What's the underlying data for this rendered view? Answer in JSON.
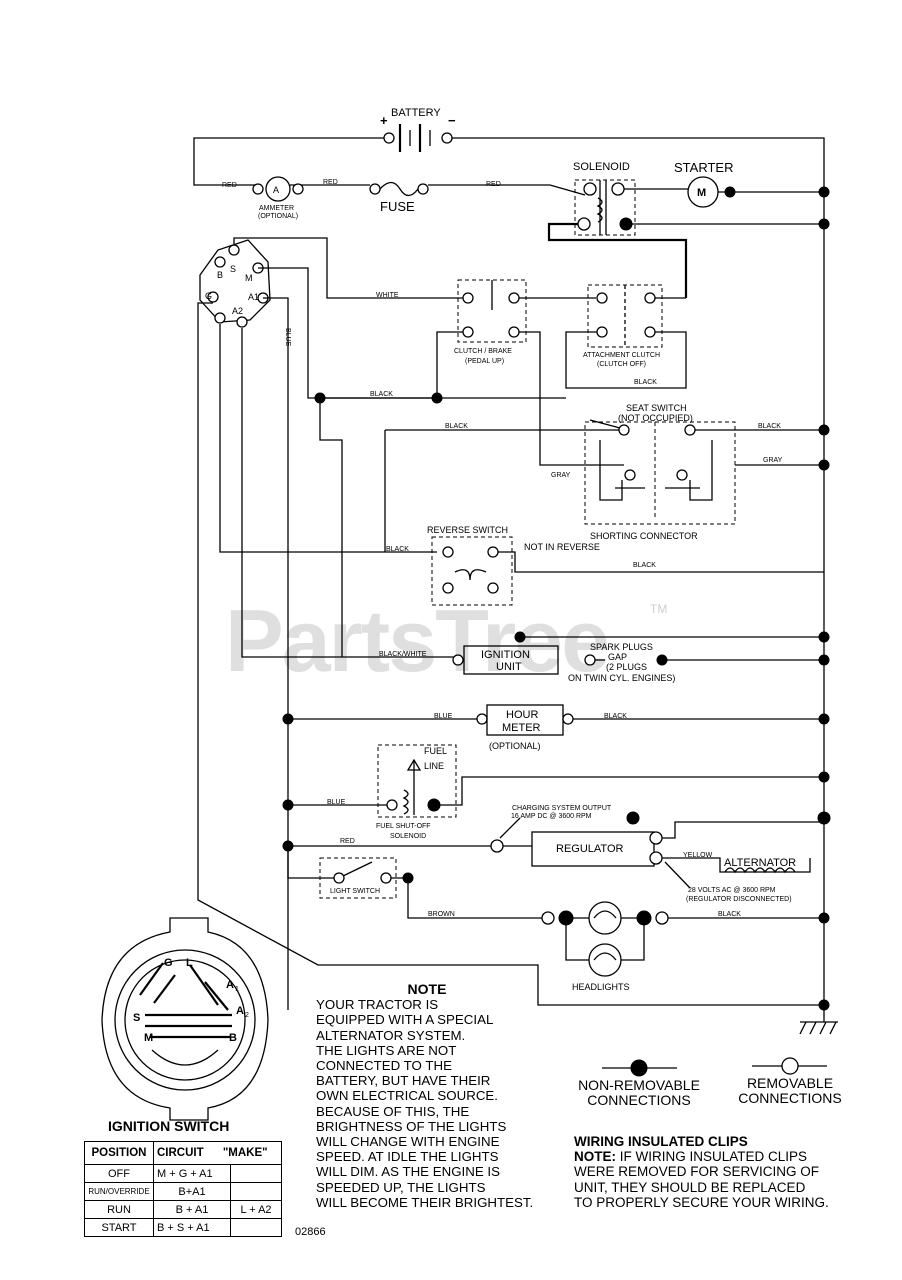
{
  "components": {
    "battery": "BATTERY",
    "battery_pos": "+",
    "battery_neg": "−",
    "solenoid": "SOLENOID",
    "starter": "STARTER",
    "starter_symbol": "M",
    "ammeter": "AMMETER",
    "ammeter_optional": "(OPTIONAL)",
    "ammeter_symbol": "A",
    "fuse": "FUSE",
    "clutch_brake": "CLUTCH / BRAKE",
    "clutch_brake_sub": "(PEDAL UP)",
    "attachment_clutch": "ATTACHMENT CLUTCH",
    "attachment_clutch_sub": "(CLUTCH OFF)",
    "seat_switch": "SEAT SWITCH",
    "seat_switch_sub": "(NOT OCCUPIED)",
    "shorting_connector": "SHORTING CONNECTOR",
    "reverse_switch": "REVERSE SWITCH",
    "not_in_reverse": "NOT IN REVERSE",
    "ignition_unit_1": "IGNITION",
    "ignition_unit_2": "UNIT",
    "spark_plugs_1": "SPARK PLUGS",
    "spark_plugs_2": "GAP",
    "spark_plugs_3": "(2 PLUGS",
    "spark_plugs_4": "ON TWIN CYL. ENGINES)",
    "hour_meter_1": "HOUR",
    "hour_meter_2": "METER",
    "hour_meter_sub": "(OPTIONAL)",
    "fuel_line_1": "FUEL",
    "fuel_line_2": "LINE",
    "fuel_solenoid_1": "FUEL SHUT-OFF",
    "fuel_solenoid_2": "SOLENOID",
    "charging_1": "CHARGING SYSTEM OUTPUT",
    "charging_2": "16 AMP DC @ 3600 RPM",
    "regulator": "REGULATOR",
    "alternator": "ALTERNATOR",
    "alternator_v1": "28 VOLTS AC @ 3600 RPM",
    "alternator_v2": "(REGULATOR DISCONNECTED)",
    "light_switch": "LIGHT SWITCH",
    "headlights": "HEADLIGHTS"
  },
  "wire_labels": {
    "red": "RED",
    "white": "WHITE",
    "black": "BLACK",
    "gray": "GRAY",
    "blue": "BLUE",
    "brown": "BROWN",
    "yellow": "YELLOW",
    "black_white": "BLACK/WHITE"
  },
  "switch_terminals": {
    "b": "B",
    "s": "S",
    "m": "M",
    "g": "G",
    "a1": "A1",
    "a2": "A2",
    "l": "L"
  },
  "ignition_diagram": {
    "g": "G",
    "l": "L",
    "a1": "A",
    "a1_sub": "1",
    "a2": "A",
    "a2_sub": "2",
    "s": "S",
    "m": "M",
    "b": "B"
  },
  "ignition_switch": {
    "title": "IGNITION SWITCH",
    "headers": [
      "POSITION",
      "CIRCUIT",
      "\"MAKE\""
    ],
    "rows": [
      {
        "position": "OFF",
        "circuit": "M + G + A1",
        "make": ""
      },
      {
        "position": "RUN/OVERRIDE",
        "circuit": "B+A1",
        "make": ""
      },
      {
        "position": "RUN",
        "circuit": "B + A1",
        "make": "L + A2"
      },
      {
        "position": "START",
        "circuit": "B + S + A1",
        "make": ""
      }
    ]
  },
  "note": {
    "title": "NOTE",
    "lines": [
      "YOUR TRACTOR IS",
      "EQUIPPED WITH A SPECIAL",
      "ALTERNATOR SYSTEM.",
      "THE LIGHTS ARE NOT",
      "CONNECTED TO THE",
      "BATTERY, BUT HAVE THEIR",
      "OWN ELECTRICAL SOURCE.",
      "BECAUSE OF THIS, THE",
      "BRIGHTNESS OF THE LIGHTS",
      "WILL CHANGE WITH ENGINE",
      "SPEED.  AT IDLE THE LIGHTS",
      "WILL DIM.  AS THE ENGINE IS",
      "SPEEDED UP, THE LIGHTS",
      "WILL BECOME THEIR BRIGHTEST."
    ]
  },
  "legend": {
    "non_removable_1": "NON-REMOVABLE",
    "non_removable_2": "CONNECTIONS",
    "removable_1": "REMOVABLE",
    "removable_2": "CONNECTIONS"
  },
  "clips": {
    "title": "WIRING INSULATED CLIPS",
    "note_label": "NOTE:",
    "lines": [
      "IF WIRING INSULATED CLIPS",
      "WERE REMOVED FOR SERVICING OF",
      "UNIT, THEY SHOULD BE REPLACED",
      "TO PROPERLY SECURE YOUR WIRING."
    ]
  },
  "document_number": "02866",
  "watermark": "PartsTree",
  "watermark_tm": "TM"
}
